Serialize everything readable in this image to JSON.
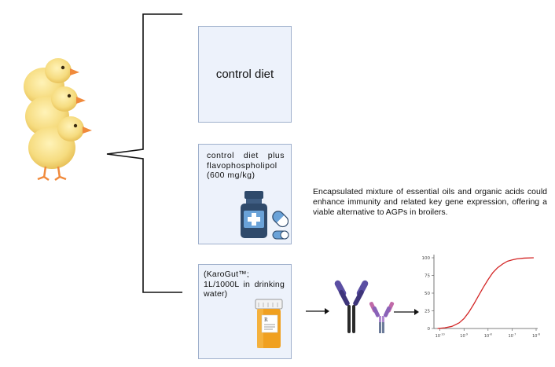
{
  "treatments": {
    "control": {
      "label": "control diet"
    },
    "antibiotic": {
      "label": "control diet plus flavophospholipol (600 mg/kg)"
    },
    "additive": {
      "label": "(KaroGut™; 1L/1000L in drinking water)"
    }
  },
  "conclusion": {
    "text": "Encapsulated mixture of essential oils and organic acids could enhance immunity and related key gene expression, offering a viable alternative to AGPs in broilers."
  },
  "icons": {
    "chicks": "chick-icon",
    "medicine": "medicine-bottle-icon",
    "pill": "capsule-pill-icon",
    "rx_bottle": "prescription-bottle-icon",
    "antibody": "antibody-icon",
    "arrows": "arrow-right-icon"
  },
  "colors": {
    "box_fill": "#edf2fb",
    "box_border": "#9fb0cc",
    "curve": "#d32626",
    "antibody_purple": "#5b4fa3",
    "antibody_pink": "#c06aa8",
    "bottle_orange": "#f0a020",
    "medicine_navy": "#2f4a6b"
  },
  "chart_data": {
    "type": "line",
    "title": "",
    "xlabel": "",
    "ylabel": "",
    "x_scale": "log",
    "x_tick_labels": [
      "10-10",
      "10-9",
      "10-8",
      "10-7",
      "10-6"
    ],
    "y_tick_labels": [
      "0",
      "25",
      "50",
      "75",
      "100"
    ],
    "ylim": [
      0,
      100
    ],
    "xlim_log10": [
      -10.25,
      -6
    ],
    "series": [
      {
        "x_log10": [
          -10.1,
          -9.8,
          -9.5,
          -9.2,
          -9.0,
          -8.8,
          -8.6,
          -8.4,
          -8.2,
          -8.0,
          -7.8,
          -7.6,
          -7.4,
          -7.2,
          -7.0,
          -6.8,
          -6.5,
          -6.1
        ],
        "values": [
          0,
          1,
          3,
          8,
          14,
          23,
          34,
          46,
          58,
          69,
          79,
          86,
          91,
          95,
          97,
          98.5,
          99.5,
          100
        ]
      }
    ]
  }
}
